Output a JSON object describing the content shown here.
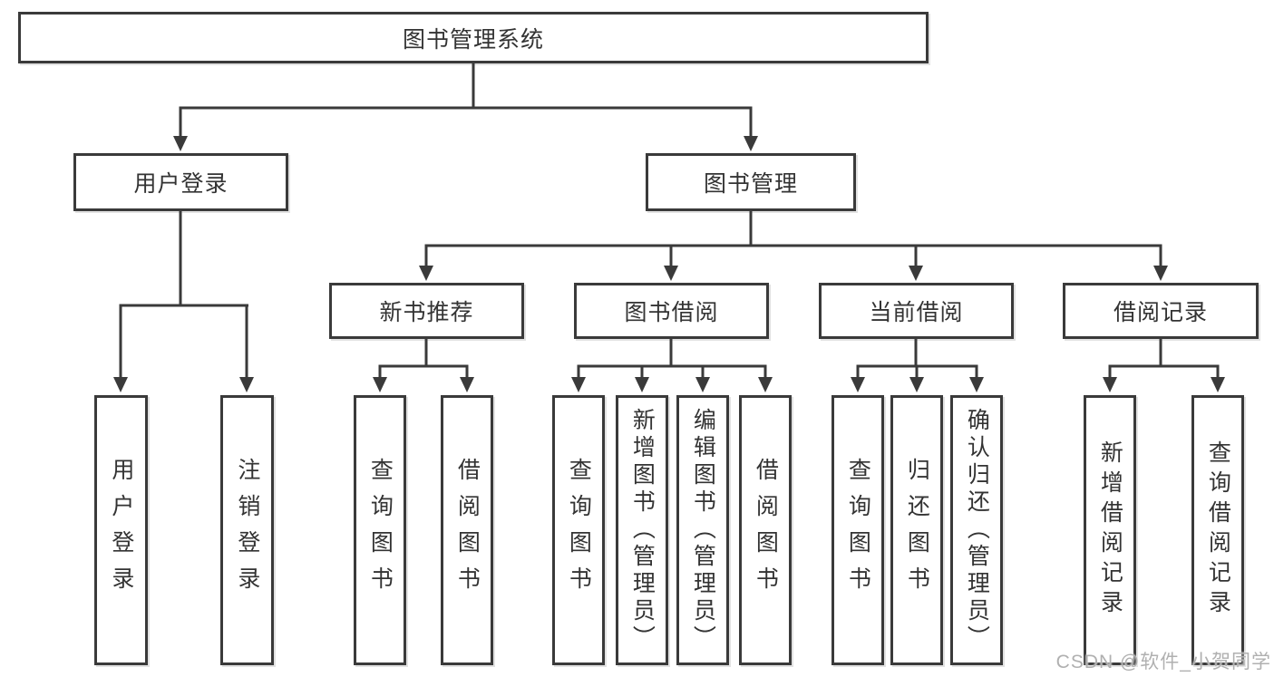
{
  "diagram": {
    "watermark": "CSDN @软件_小贺同学",
    "colors": {
      "line": "#3a3a3a",
      "border": "#3a3a3a",
      "text": "#333333",
      "background": "#ffffff",
      "watermark": "#b0b0b0"
    },
    "root": {
      "label": "图书管理系统"
    },
    "branches": [
      {
        "label": "用户登录",
        "children": [
          {
            "label": "用户登录"
          },
          {
            "label": "注销登录"
          }
        ]
      },
      {
        "label": "图书管理",
        "children": [
          {
            "label": "新书推荐",
            "children": [
              {
                "label": "查询图书"
              },
              {
                "label": "借阅图书"
              }
            ]
          },
          {
            "label": "图书借阅",
            "children": [
              {
                "label": "查询图书"
              },
              {
                "label": "新增图书（管理员）"
              },
              {
                "label": "编辑图书（管理员）"
              },
              {
                "label": "借阅图书"
              }
            ]
          },
          {
            "label": "当前借阅",
            "children": [
              {
                "label": "查询图书"
              },
              {
                "label": "归还图书"
              },
              {
                "label": "确认归还（管理员）"
              }
            ]
          },
          {
            "label": "借阅记录",
            "children": [
              {
                "label": "新增借阅记录"
              },
              {
                "label": "查询借阅记录"
              }
            ]
          }
        ]
      }
    ]
  }
}
